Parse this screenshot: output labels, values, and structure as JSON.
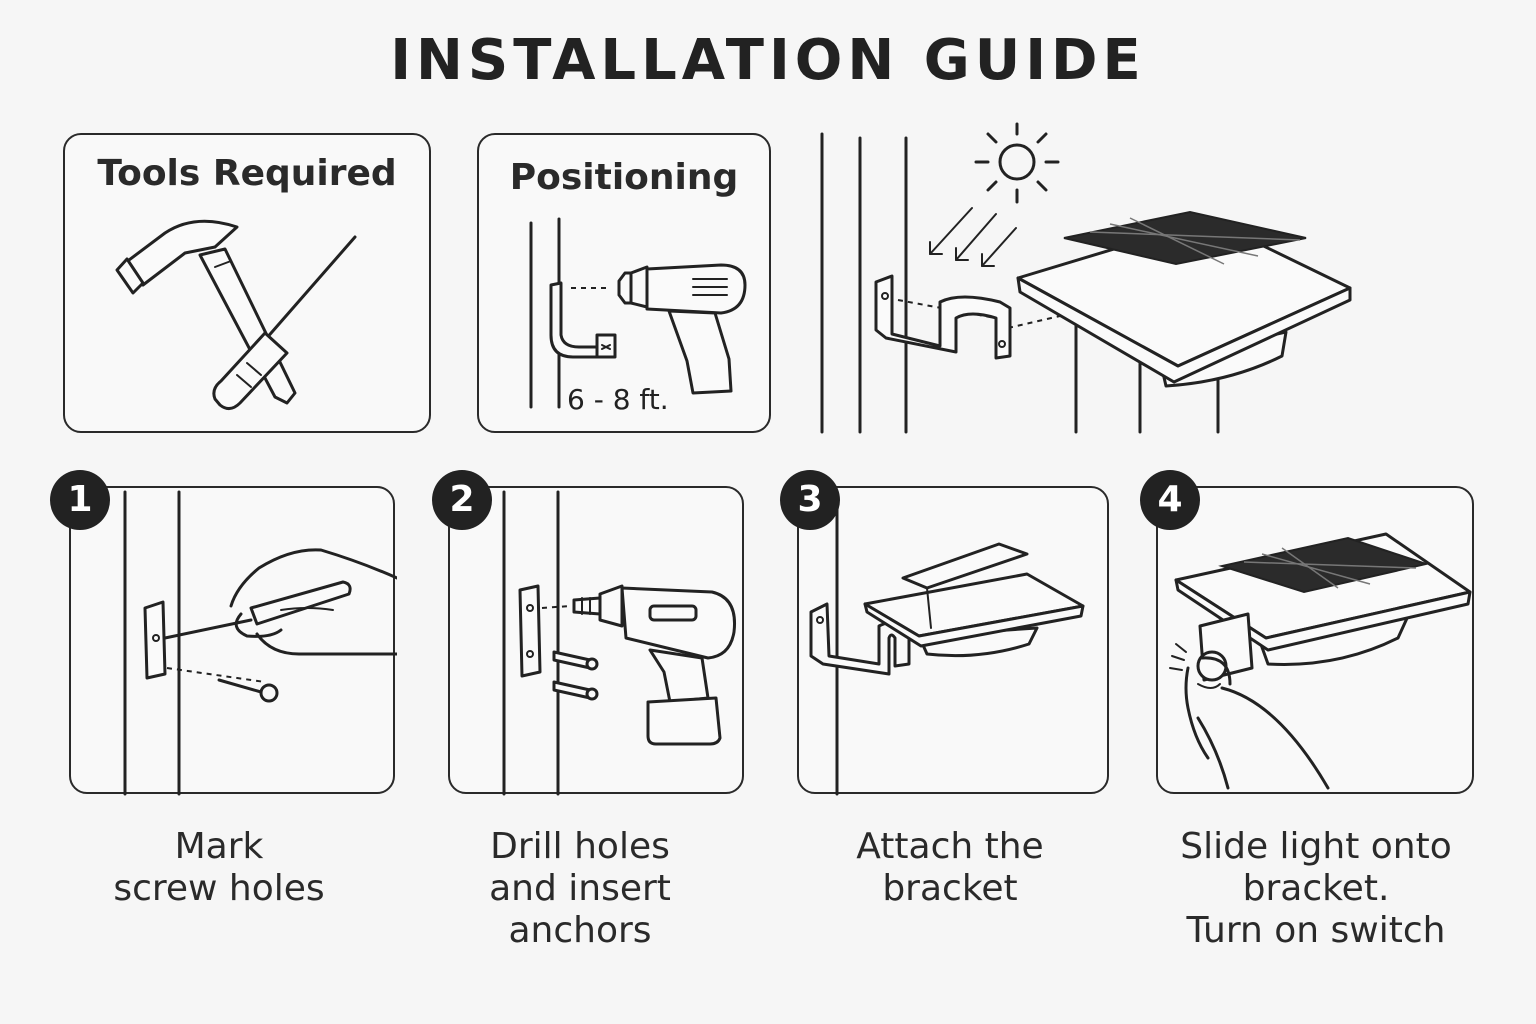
{
  "title": "INSTALLATION GUIDE",
  "tools": {
    "title": "Tools Required"
  },
  "positioning": {
    "title": "Positioning",
    "height_label": "6 - 8 ft."
  },
  "steps": [
    {
      "number": "1",
      "caption": "Mark\nscrew holes"
    },
    {
      "number": "2",
      "caption": "Drill holes\nand insert\nanchors"
    },
    {
      "number": "3",
      "caption": "Attach the\nbracket"
    },
    {
      "number": "4",
      "caption": "Slide light onto\nbracket.\nTurn on switch"
    }
  ]
}
